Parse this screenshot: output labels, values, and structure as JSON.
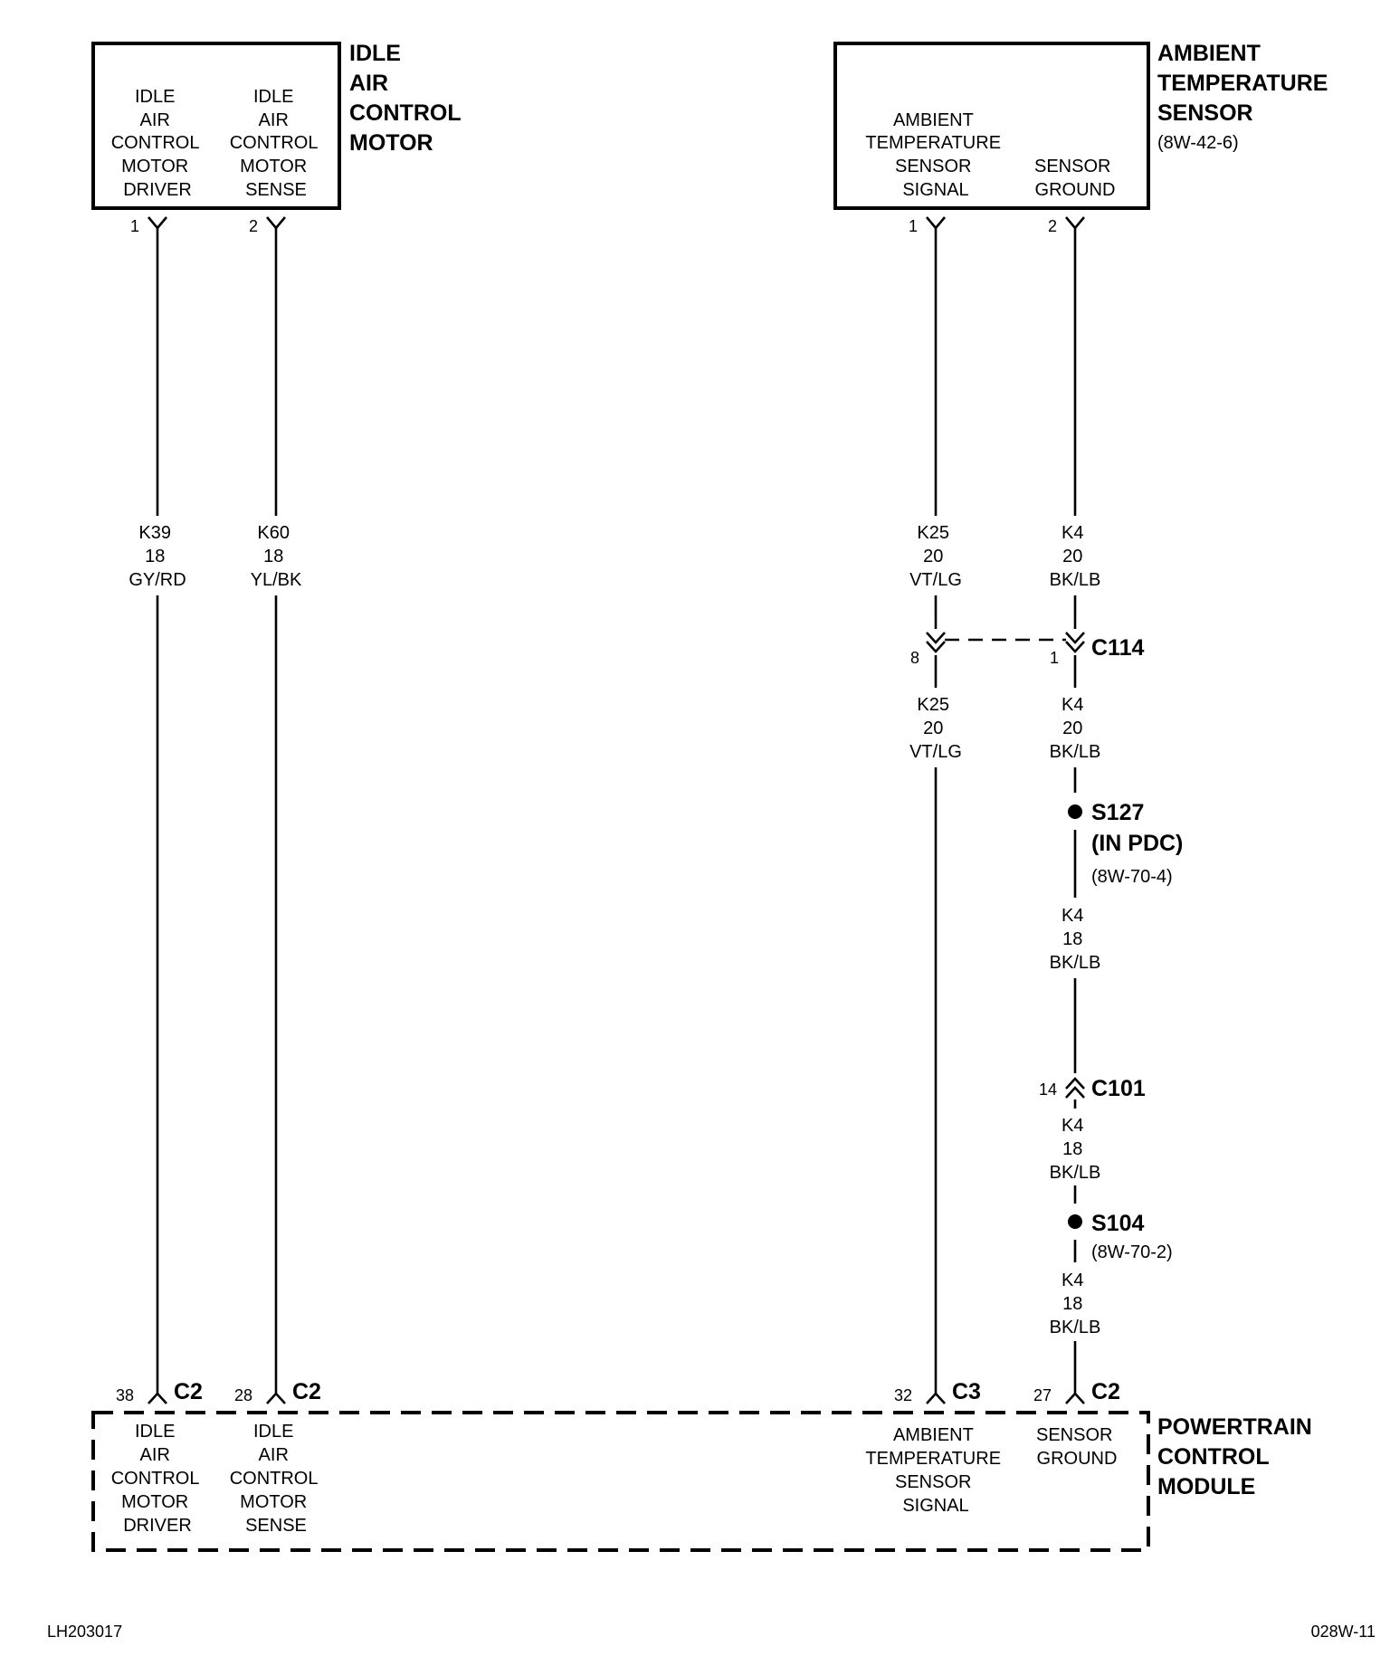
{
  "components": {
    "iac_motor": {
      "title": [
        "IDLE",
        "AIR",
        "CONTROL",
        "MOTOR"
      ],
      "pins": [
        {
          "num": "1",
          "label": [
            "IDLE",
            "AIR",
            "CONTROL",
            "MOTOR",
            "DRIVER"
          ]
        },
        {
          "num": "2",
          "label": [
            "IDLE",
            "AIR",
            "CONTROL",
            "MOTOR",
            "SENSE"
          ]
        }
      ]
    },
    "ambient_sensor": {
      "title": [
        "AMBIENT",
        "TEMPERATURE",
        "SENSOR"
      ],
      "ref": "(8W-42-6)",
      "pins": [
        {
          "num": "1",
          "label": [
            "AMBIENT",
            "TEMPERATURE",
            "SENSOR",
            "SIGNAL"
          ]
        },
        {
          "num": "2",
          "label": [
            "SENSOR",
            "GROUND"
          ]
        }
      ]
    },
    "pcm": {
      "title": [
        "POWERTRAIN",
        "CONTROL",
        "MODULE"
      ],
      "pins": [
        {
          "num": "38",
          "conn": "C2",
          "label": [
            "IDLE",
            "AIR",
            "CONTROL",
            "MOTOR",
            "DRIVER"
          ]
        },
        {
          "num": "28",
          "conn": "C2",
          "label": [
            "IDLE",
            "AIR",
            "CONTROL",
            "MOTOR",
            "SENSE"
          ]
        },
        {
          "num": "32",
          "conn": "C3",
          "label": [
            "AMBIENT",
            "TEMPERATURE",
            "SENSOR",
            "SIGNAL"
          ]
        },
        {
          "num": "27",
          "conn": "C2",
          "label": [
            "SENSOR",
            "GROUND"
          ]
        }
      ]
    }
  },
  "wires": {
    "k39": [
      "K39",
      "18",
      "GY/RD"
    ],
    "k60": [
      "K60",
      "18",
      "YL/BK"
    ],
    "k25_a": [
      "K25",
      "20",
      "VT/LG"
    ],
    "k4_a": [
      "K4",
      "20",
      "BK/LB"
    ],
    "k25_b": [
      "K25",
      "20",
      "VT/LG"
    ],
    "k4_b": [
      "K4",
      "20",
      "BK/LB"
    ],
    "k4_c": [
      "K4",
      "18",
      "BK/LB"
    ],
    "k4_d": [
      "K4",
      "18",
      "BK/LB"
    ],
    "k4_e": [
      "K4",
      "18",
      "BK/LB"
    ]
  },
  "connectors": {
    "c114": {
      "name": "C114",
      "pin_k25": "8",
      "pin_k4": "1"
    },
    "c101": {
      "name": "C101",
      "pin": "14"
    }
  },
  "splices": {
    "s127": {
      "name": "S127",
      "note": "(IN PDC)",
      "ref": "(8W-70-4)"
    },
    "s104": {
      "name": "S104",
      "ref": "(8W-70-2)"
    }
  },
  "footer": {
    "left": "LH203017",
    "right": "028W-11"
  }
}
